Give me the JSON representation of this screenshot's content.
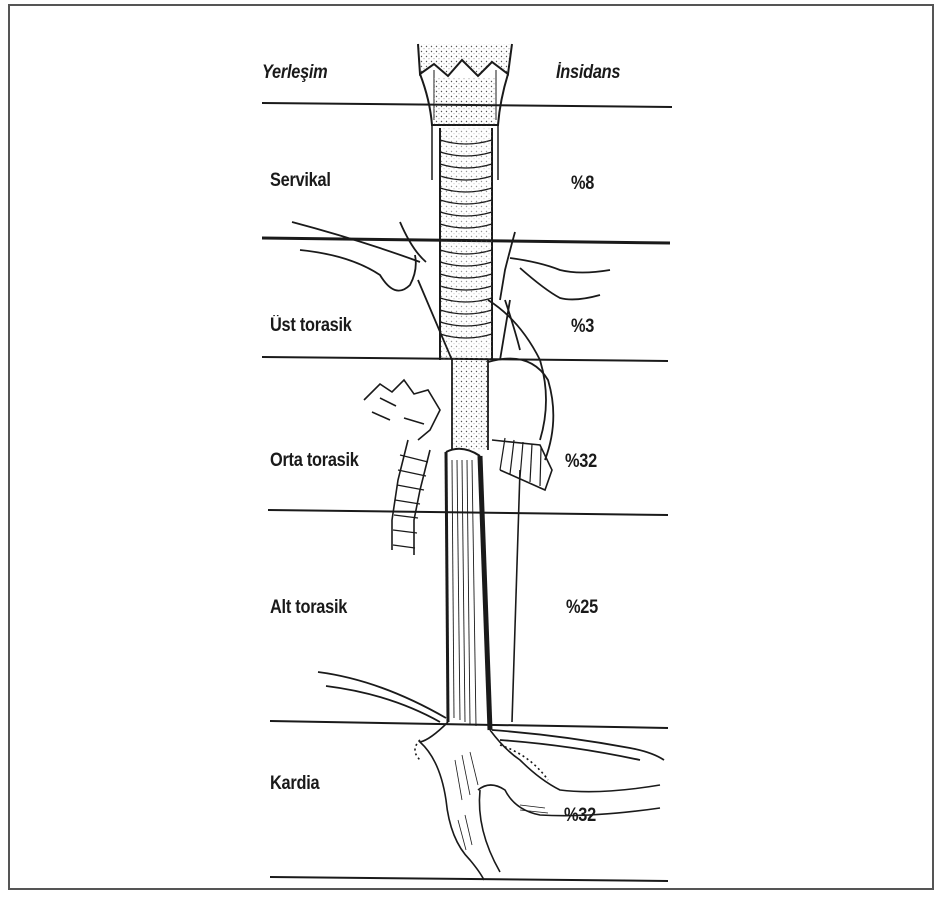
{
  "header": {
    "location_label": "Yerleşim",
    "incidence_label": "İnsidans"
  },
  "regions": [
    {
      "location": "Servikal",
      "incidence": "%8"
    },
    {
      "location": "Üst torasik",
      "incidence": "%3"
    },
    {
      "location": "Orta torasik",
      "incidence": "%32"
    },
    {
      "location": "Alt torasik",
      "incidence": "%25"
    },
    {
      "location": "Kardia",
      "incidence": "%32"
    }
  ],
  "colors": {
    "line": "#1a1a1a",
    "border": "#555555",
    "background": "#ffffff"
  }
}
